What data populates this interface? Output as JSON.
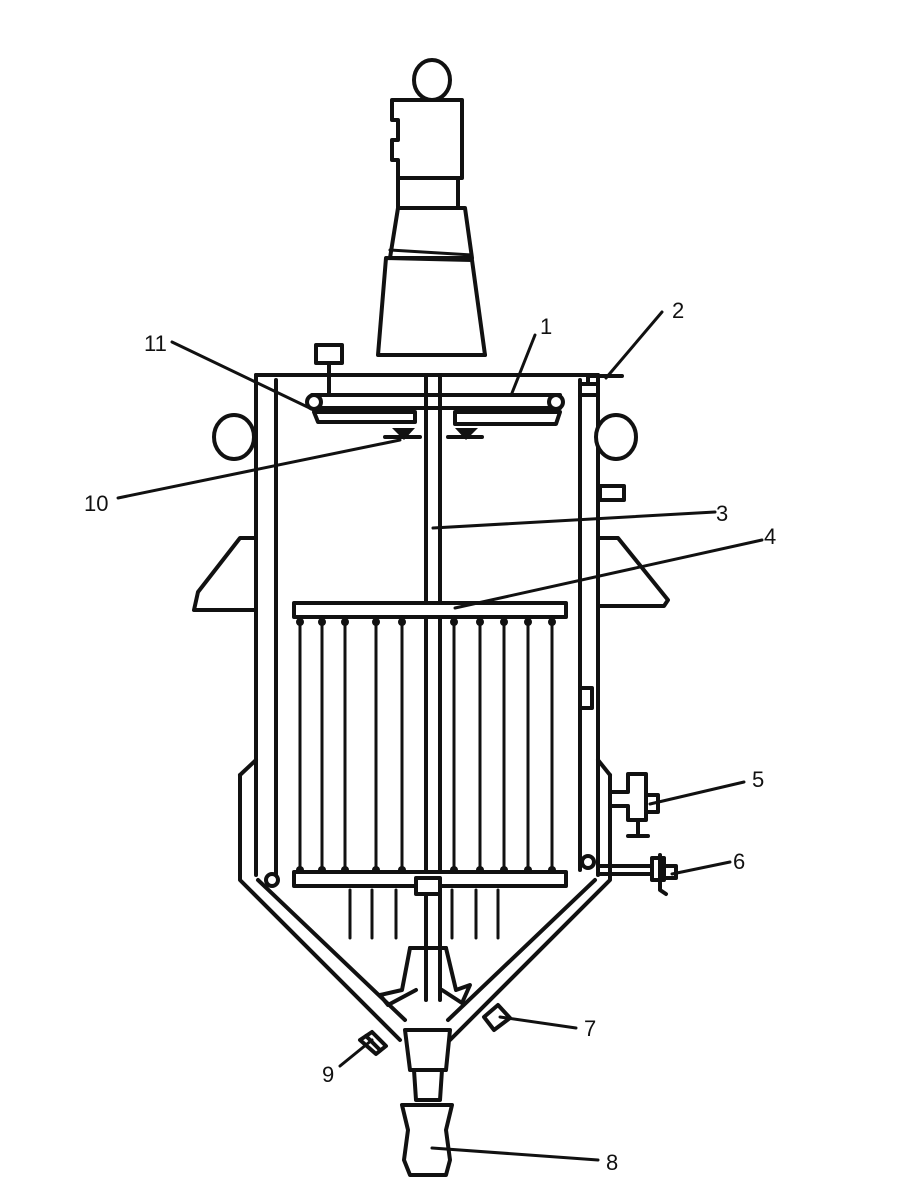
{
  "callouts": [
    {
      "id": "c1",
      "text": "1"
    },
    {
      "id": "c2",
      "text": "2"
    },
    {
      "id": "c3",
      "text": "3"
    },
    {
      "id": "c4",
      "text": "4"
    },
    {
      "id": "c5",
      "text": "5"
    },
    {
      "id": "c6",
      "text": "6"
    },
    {
      "id": "c7",
      "text": "7"
    },
    {
      "id": "c8",
      "text": "8"
    },
    {
      "id": "c9",
      "text": "9"
    },
    {
      "id": "c10",
      "text": "10"
    },
    {
      "id": "c11",
      "text": "11"
    }
  ],
  "colors": {
    "line": "#111111",
    "background": "#ffffff"
  }
}
